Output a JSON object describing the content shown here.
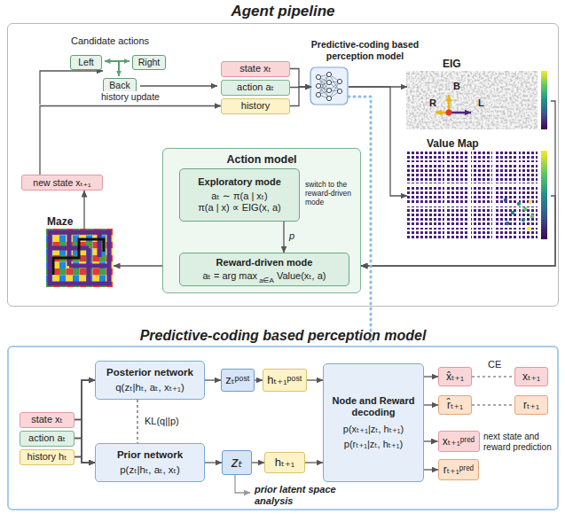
{
  "diagram": {
    "nodes": [
      {
        "text": [
          "Agent pipeline"
        ]
      },
      {
        "text": [
          "Left"
        ],
        "in": 0
      },
      {
        "text": [
          "Right"
        ],
        "in": 0
      },
      {
        "text": [
          "Back"
        ],
        "in": 0
      },
      {
        "text": [
          "state xₜ"
        ],
        "in": 0
      },
      {
        "text": [
          "action aₜ"
        ],
        "in": 0
      },
      {
        "text": [
          "history"
        ],
        "in": 0
      },
      {
        "text": [
          "Predictive-coding based perception model"
        ],
        "in": 0
      },
      {
        "text": [
          "EIG",
          "B",
          "R",
          "L"
        ],
        "in": 0
      },
      {
        "text": [
          "Value Map"
        ],
        "in": 0
      },
      {
        "text": [
          "Action model"
        ],
        "in": 0
      },
      {
        "text": [
          "Exploratory mode",
          "aₜ ∼ π(a | xₜ)",
          "π(a | x) ∝ EIG(x, a)"
        ],
        "in": 10
      },
      {
        "text": [
          "Reward-driven mode",
          "aₜ = arg max",
          "a∈A",
          "Value(xₜ, a)"
        ],
        "in": 10
      },
      {
        "text": [
          "new state xₜ₊₁"
        ],
        "in": 0
      },
      {
        "text": [
          "Maze"
        ],
        "in": 0
      },
      {
        "text": [
          "Predictive-coding based perception model"
        ]
      },
      {
        "text": [
          "state xₜ"
        ],
        "in": 15
      },
      {
        "text": [
          "action aₜ"
        ],
        "in": 15
      },
      {
        "text": [
          "history hₜ"
        ],
        "in": 15
      },
      {
        "text": [
          "Posterior network",
          "q(zₜ|hₜ, aₜ, xₜ₊₁)"
        ],
        "in": 15
      },
      {
        "text": [
          "Prior network",
          "p(zₜ|hₜ, aₜ, xₜ)"
        ],
        "in": 15
      },
      {
        "text": [
          "zₜᵖᵒˢᵗ"
        ],
        "in": 15
      },
      {
        "text": [
          "hₜ₊₁ᵖᵒˢᵗ"
        ],
        "in": 15
      },
      {
        "text": [
          "zₜ"
        ],
        "in": 15
      },
      {
        "text": [
          "hₜ₊₁"
        ],
        "in": 15
      },
      {
        "text": [
          "Node and Reward decoding",
          "p(xₜ₊₁|zₜ, hₜ₊₁)",
          "p(rₜ₊₁|zₜ, hₜ₊₁)"
        ],
        "in": 15
      },
      {
        "text": [
          "x̂ₜ₊₁"
        ],
        "in": 15
      },
      {
        "text": [
          "r̂ₜ₊₁"
        ],
        "in": 15
      },
      {
        "text": [
          "xₜ₊₁"
        ],
        "in": 15
      },
      {
        "text": [
          "rₜ₊₁"
        ],
        "in": 15
      },
      {
        "text": [
          "xₜ₊₁ᵖʳᵉᵈ"
        ],
        "in": 15
      },
      {
        "text": [
          "rₜ₊₁ᵖʳᵉᵈ"
        ],
        "in": 15
      }
    ],
    "edges": [
      {
        "from": 4,
        "to": 7,
        "arrow": "to"
      },
      {
        "from": 5,
        "to": 7,
        "arrow": "to"
      },
      {
        "from": 6,
        "to": 7,
        "arrow": "to"
      },
      {
        "from": 7,
        "to": 8,
        "arrow": "to"
      },
      {
        "from": 7,
        "to": 9,
        "arrow": "to"
      },
      {
        "from": 8,
        "to": 10,
        "arrow": "to"
      },
      {
        "from": 9,
        "to": 10,
        "arrow": "to"
      },
      {
        "from": 11,
        "to": 12,
        "arrow": "to",
        "label": "p"
      },
      {
        "from": 10,
        "to": 14,
        "arrow": "to"
      },
      {
        "from": 14,
        "to": 13,
        "arrow": "to"
      },
      {
        "from": 13,
        "to": 6,
        "arrow": "to",
        "label": "history update"
      },
      {
        "from": 7,
        "to": 15,
        "arrow": "none"
      },
      {
        "from": 16,
        "to": 19,
        "arrow": "to"
      },
      {
        "from": 17,
        "to": 19,
        "arrow": "to"
      },
      {
        "from": 18,
        "to": 19,
        "arrow": "to"
      },
      {
        "from": 16,
        "to": 20,
        "arrow": "to"
      },
      {
        "from": 17,
        "to": 20,
        "arrow": "to"
      },
      {
        "from": 18,
        "to": 20,
        "arrow": "to"
      },
      {
        "from": 19,
        "to": 20,
        "arrow": "none",
        "label": "KL(q||p)"
      },
      {
        "from": 19,
        "to": 21,
        "arrow": "to"
      },
      {
        "from": 21,
        "to": 22,
        "arrow": "to"
      },
      {
        "from": 22,
        "to": 25,
        "arrow": "to"
      },
      {
        "from": 20,
        "to": 23,
        "arrow": "to"
      },
      {
        "from": 23,
        "to": 24,
        "arrow": "to"
      },
      {
        "from": 24,
        "to": 25,
        "arrow": "to"
      },
      {
        "from": 25,
        "to": 26,
        "arrow": "to"
      },
      {
        "from": 25,
        "to": 27,
        "arrow": "to"
      },
      {
        "from": 25,
        "to": 30,
        "arrow": "to"
      },
      {
        "from": 25,
        "to": 31,
        "arrow": "to"
      },
      {
        "from": 26,
        "to": 28,
        "arrow": "none",
        "label": "CE"
      },
      {
        "from": 27,
        "to": 29,
        "arrow": "none"
      }
    ],
    "labels": [
      "Candidate actions",
      "switch to the reward-driven mode",
      "next state and reward prediction",
      "prior latent space analysis"
    ]
  }
}
